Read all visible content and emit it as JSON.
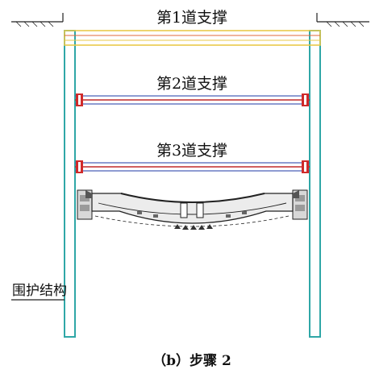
{
  "labels": {
    "strut_1": "第1道支撑",
    "strut_2": "第2道支撑",
    "strut_3": "第3道支撑",
    "retaining": "围护结构",
    "caption": "（b）步骤 2"
  },
  "colors": {
    "wall": "#2fa7a7",
    "strut1_outer": "#e9c94a",
    "strut1_inner": "#e0683a",
    "strut": "#4a62b8",
    "strut_mid": "#c02a2a",
    "bracket": "#d02a2a",
    "line": "#222222",
    "fill_grey": "#d8d8d8"
  }
}
